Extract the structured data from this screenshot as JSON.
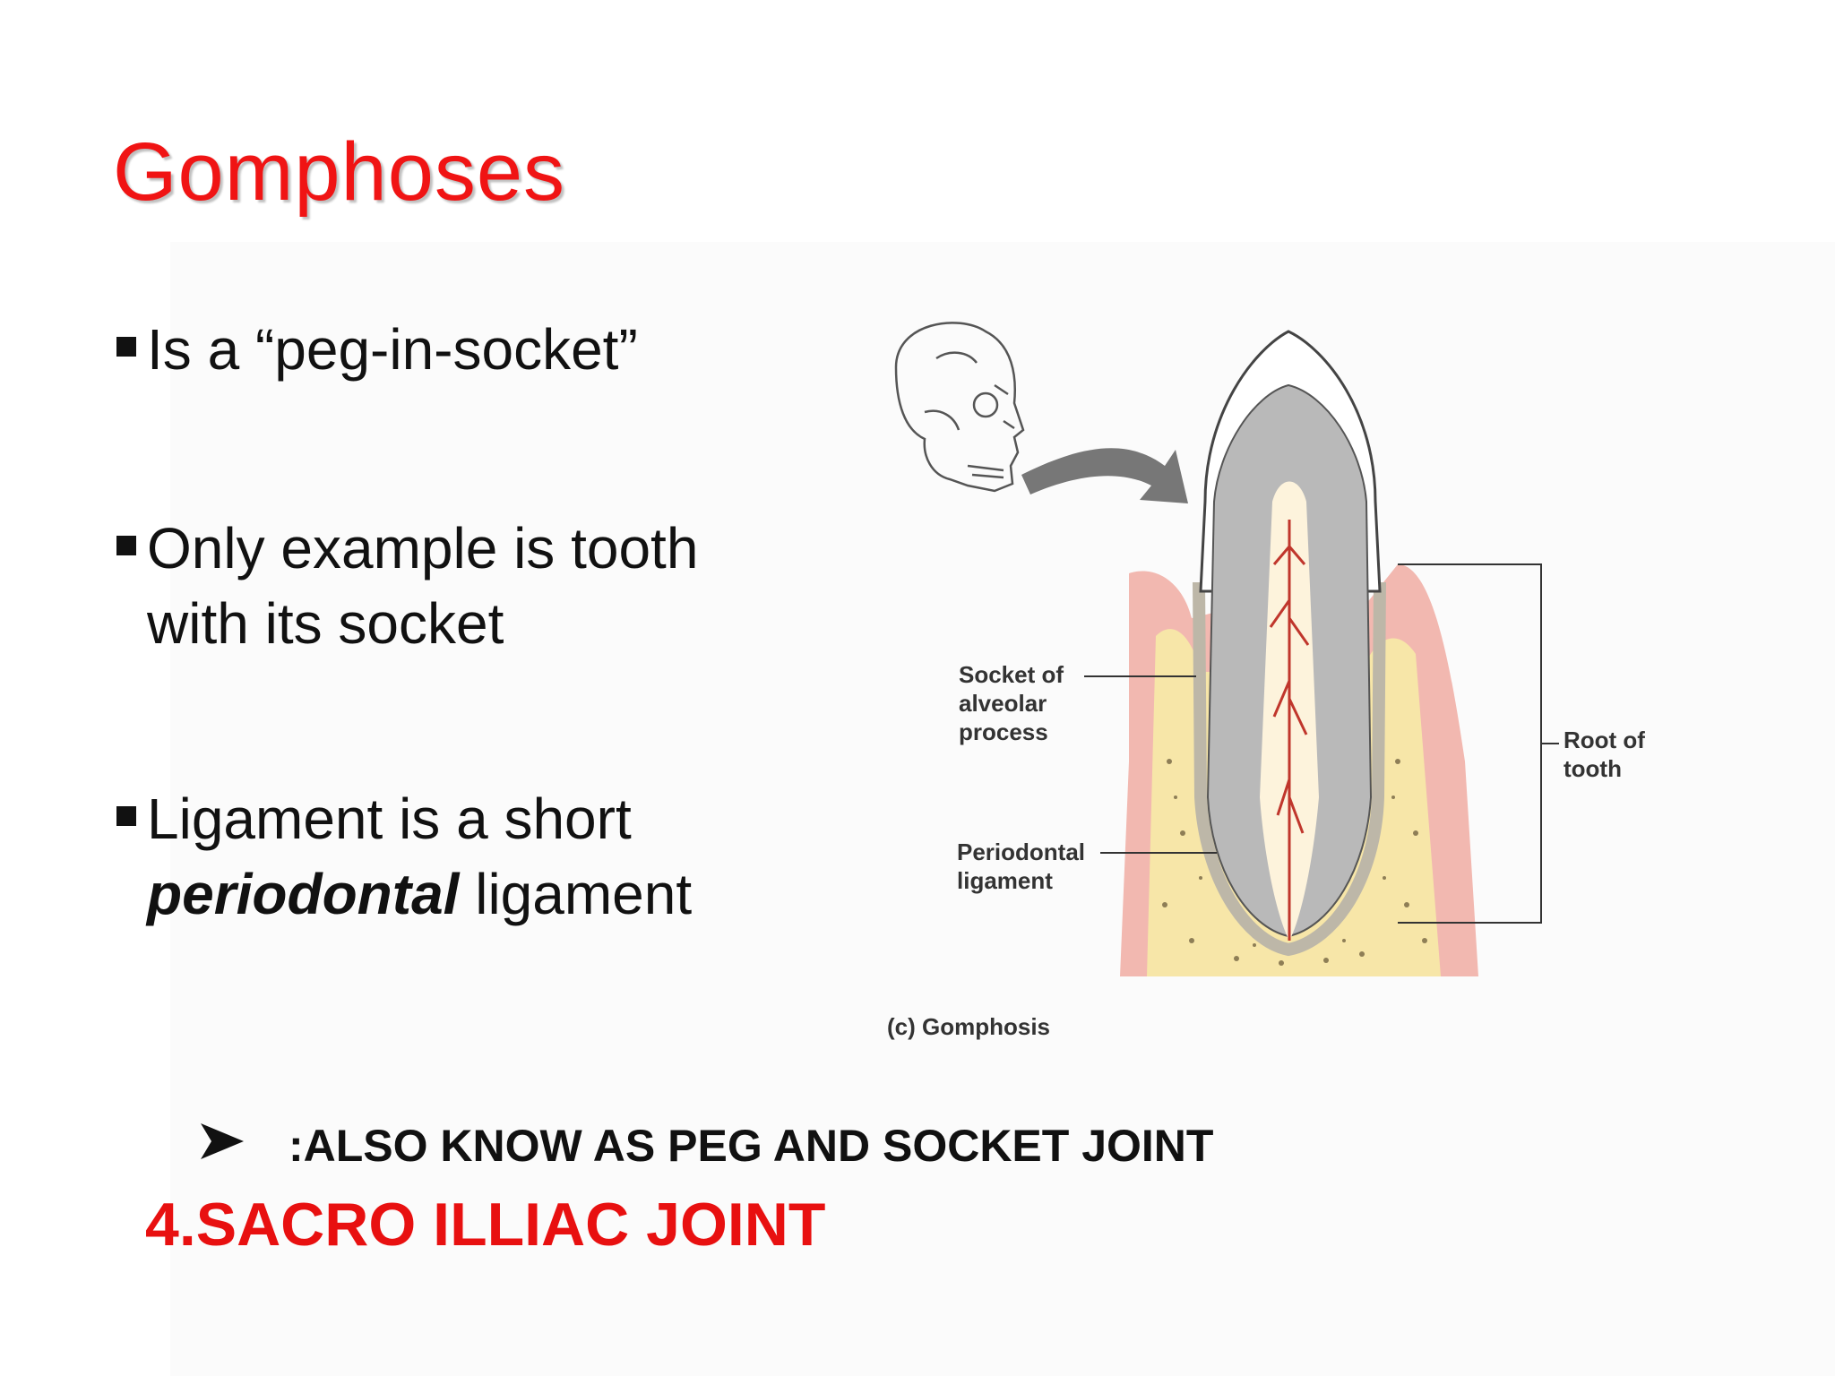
{
  "slide": {
    "title": "Gomphoses",
    "bullets": [
      {
        "lines": [
          "Is a “peg-in-socket”"
        ]
      },
      {
        "lines": [
          "Only example is tooth",
          "with its socket"
        ]
      },
      {
        "line1": "Ligament is a short",
        "line2_em": "periodontal",
        "line2_rest": " ligament"
      }
    ],
    "sub_point": ":ALSO KNOW AS PEG AND SOCKET JOINT",
    "next_heading": "4.SACRO ILLIAC JOINT"
  },
  "diagram": {
    "labels": {
      "socket": "Socket of\nalveolar\nprocess",
      "periodontal": "Periodontal\nligament",
      "root": "Root of\ntooth",
      "caption": "(c) Gomphosis"
    },
    "colors": {
      "gum": "#f2b8b0",
      "bone": "#f7e6a8",
      "enamel": "#ffffff",
      "dentin": "#b9b9b9",
      "pulp": "#fdf3dc",
      "vessels": "#c0362c"
    }
  },
  "colors": {
    "title": "#f01414",
    "next_heading": "#e81010"
  }
}
